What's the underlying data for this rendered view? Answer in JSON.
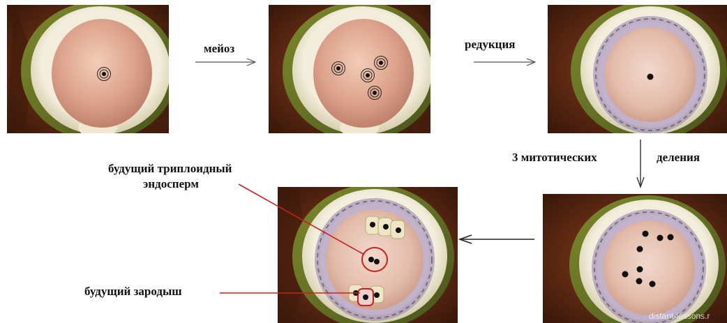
{
  "arrows": {
    "meiosis": "мейоз",
    "reduction": "редукция",
    "mitoses_left": "3 митотических",
    "mitoses_right": "деления"
  },
  "annotations": {
    "endosperm_line1": "будущий триплоидный",
    "endosperm_line2": "эндосперм",
    "embryo": "будущий зародыш"
  },
  "watermark": "distant-lessons.r",
  "colors": {
    "annotation_line": "#cc1f1f",
    "nucleus": "#111111",
    "cell_skin": "#e8b8a0",
    "integument": "#eae3c8",
    "background_foliage": "#7a3b1f"
  },
  "icons": [
    "nucleus-icon",
    "arrow-right-icon",
    "arrow-down-icon",
    "arrow-left-icon"
  ]
}
